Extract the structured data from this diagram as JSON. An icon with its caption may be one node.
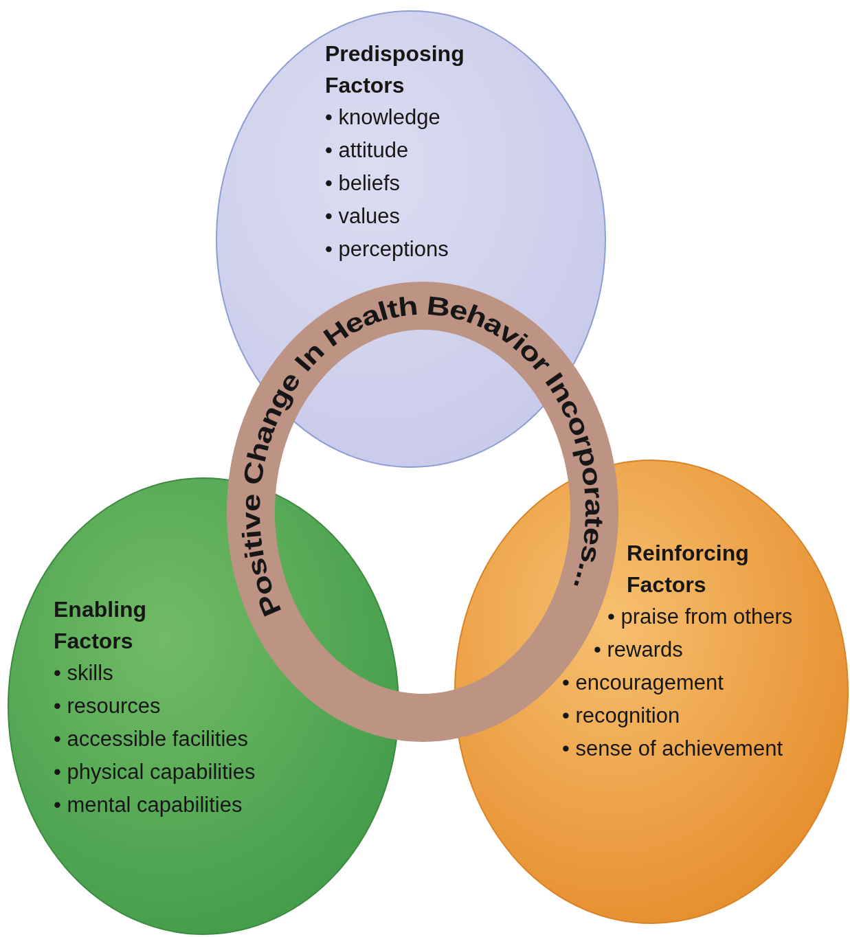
{
  "diagram": {
    "nodes": [
      {
        "text": [
          "Positive Change In Health Behavior Incorporates..."
        ]
      },
      {
        "text": [
          "Predisposing Factors",
          "• knowledge",
          "• attitude",
          "• beliefs",
          "• values",
          "• perceptions"
        ]
      },
      {
        "text": [
          "Enabling Factors",
          "• skills",
          "• resources",
          "• accessible facilities",
          "• physical capabilities",
          "• mental capabilities"
        ]
      },
      {
        "text": [
          "Reinforcing Factors",
          "• praise from others",
          "• rewards",
          "• encouragement",
          "• recognition",
          "• sense of achievement"
        ]
      }
    ],
    "edges": []
  }
}
